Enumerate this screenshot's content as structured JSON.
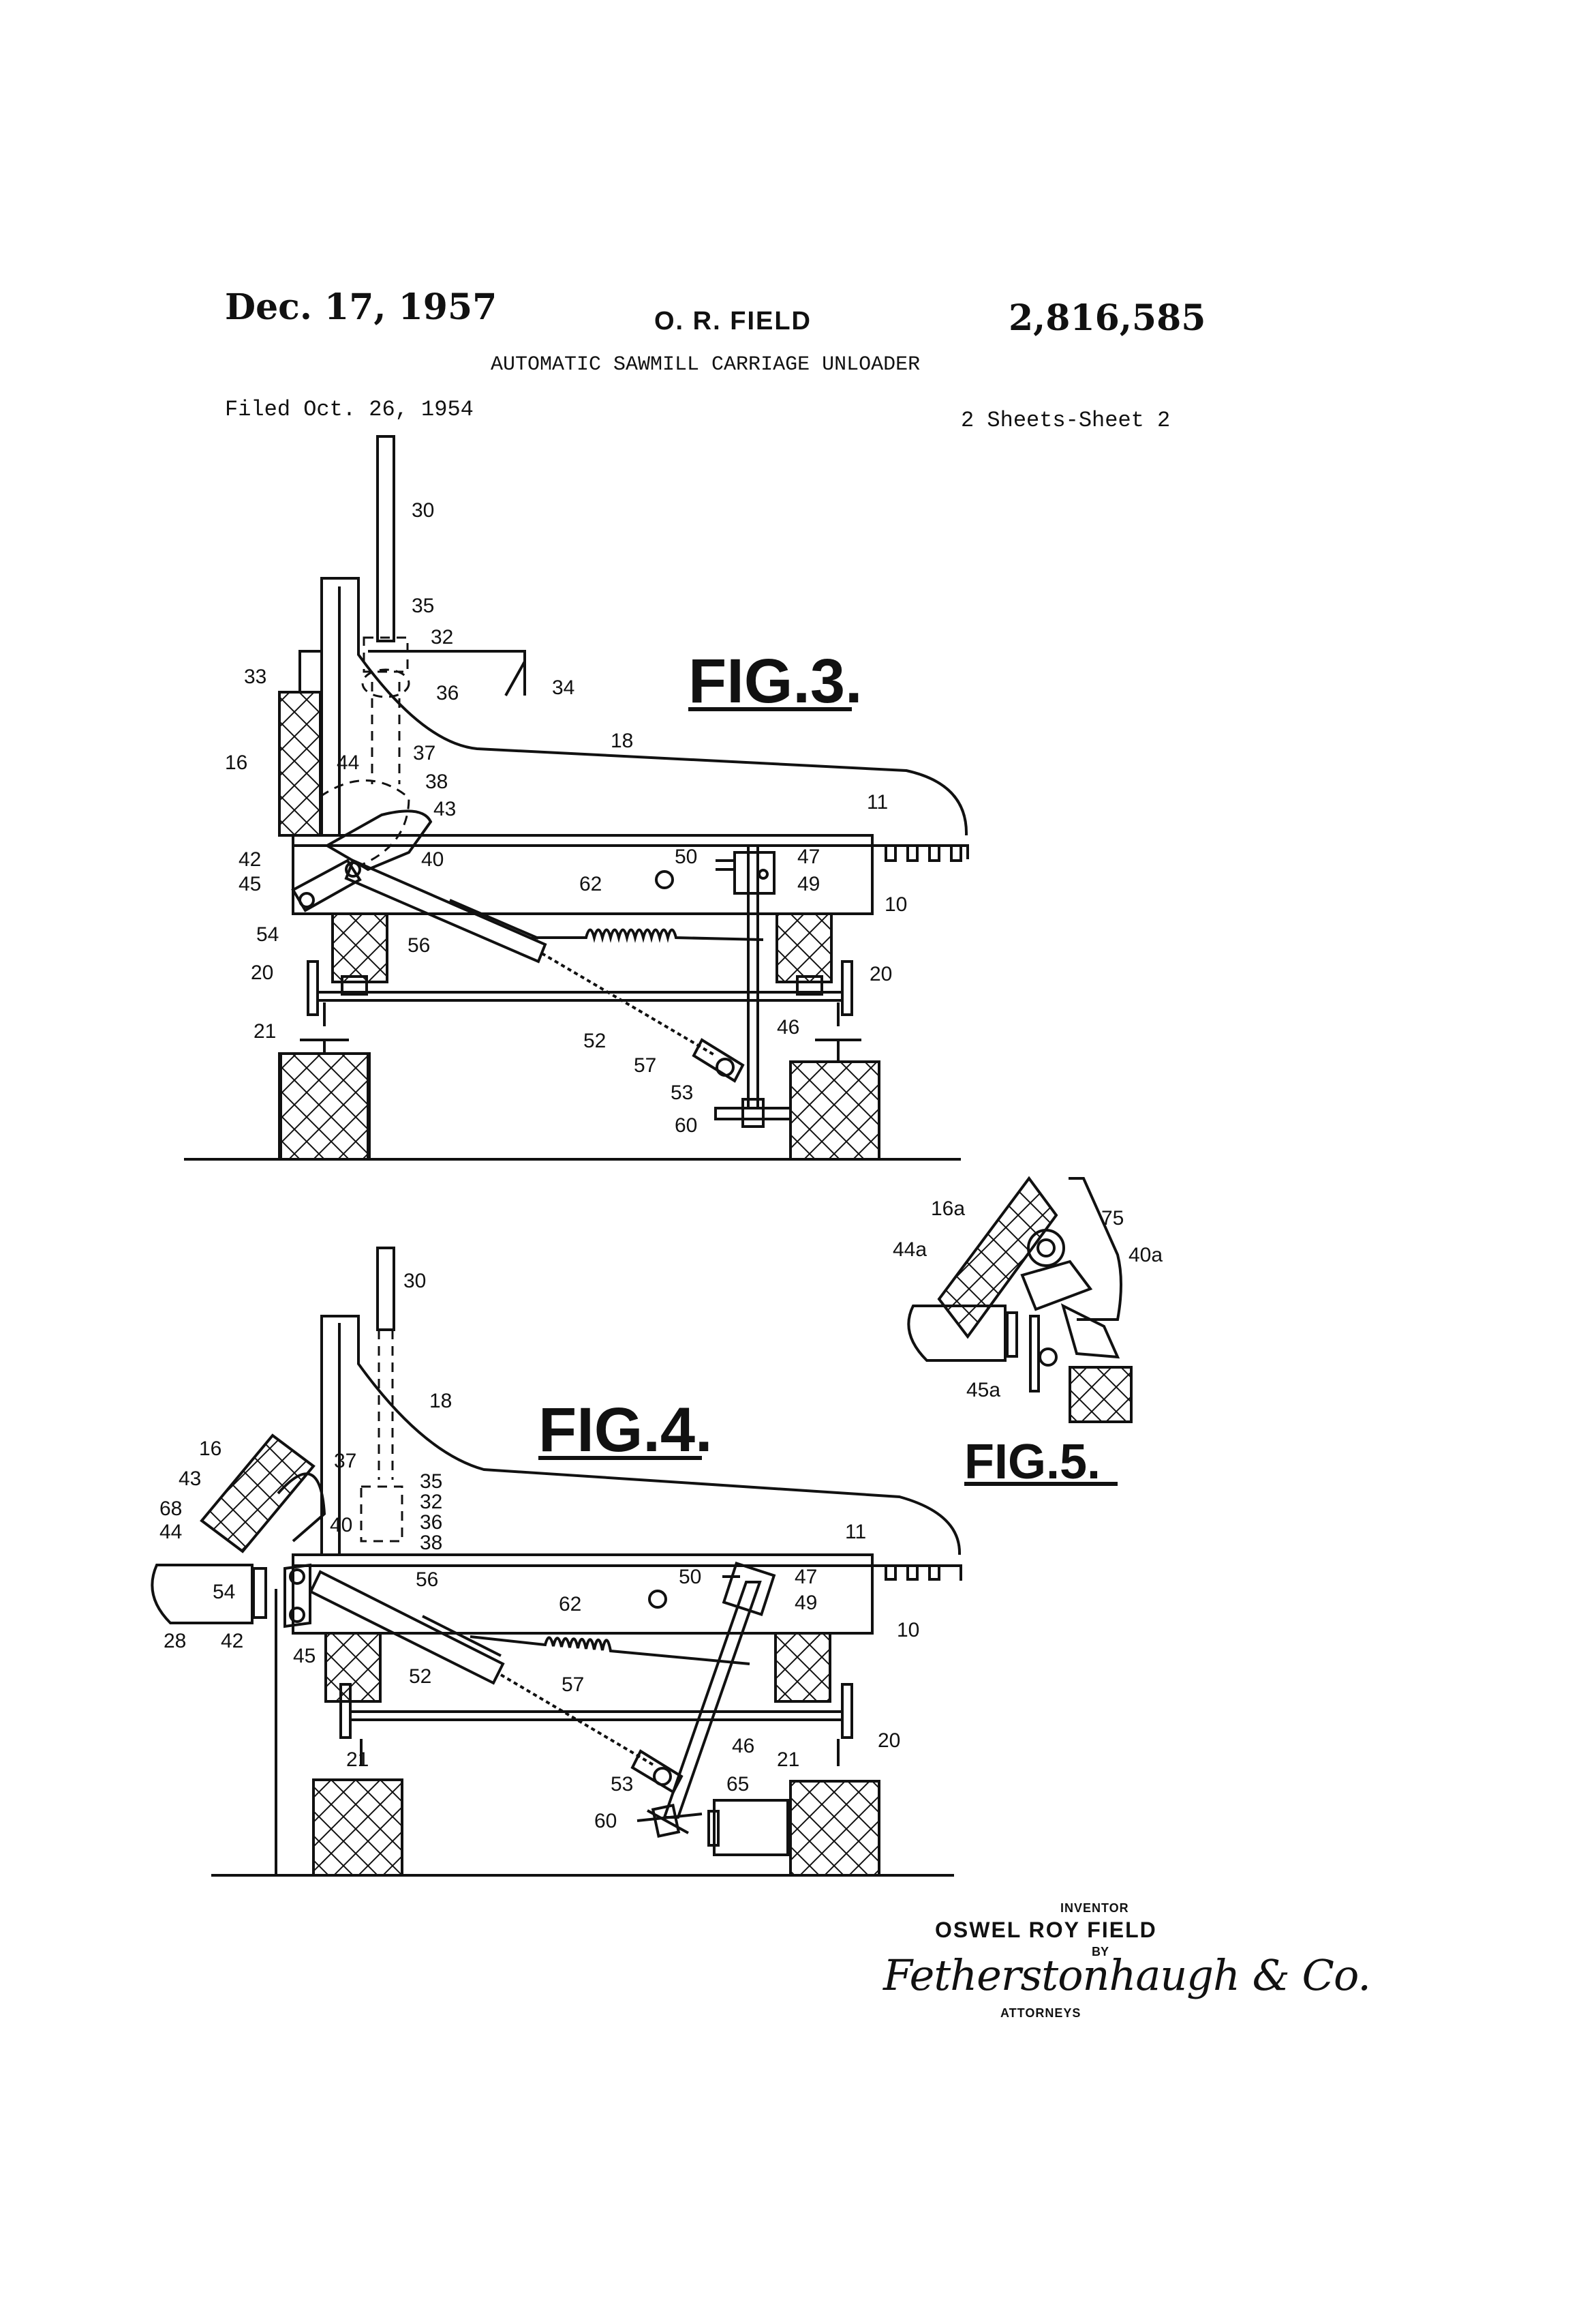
{
  "header": {
    "date": "Dec. 17, 1957",
    "inventor": "O. R. FIELD",
    "patent_number": "2,816,585",
    "title": "AUTOMATIC SAWMILL CARRIAGE UNLOADER",
    "filed": "Filed Oct. 26, 1954",
    "sheets": "2 Sheets-Sheet 2"
  },
  "figures": {
    "fig3": {
      "label": "FIG.3.",
      "refs": [
        "30",
        "35",
        "32",
        "33",
        "36",
        "34",
        "18",
        "16",
        "44",
        "37",
        "38",
        "43",
        "11",
        "42",
        "40",
        "50",
        "47",
        "45",
        "49",
        "62",
        "10",
        "54",
        "56",
        "20",
        "20",
        "21",
        "52",
        "46",
        "57",
        "53",
        "60"
      ]
    },
    "fig4": {
      "label": "FIG.4.",
      "refs": [
        "30",
        "18",
        "16",
        "43",
        "37",
        "35",
        "68",
        "32",
        "44",
        "40",
        "36",
        "38",
        "11",
        "54",
        "56",
        "50",
        "47",
        "62",
        "49",
        "28",
        "42",
        "45",
        "10",
        "52",
        "57",
        "20",
        "21",
        "21",
        "46",
        "53",
        "65",
        "60"
      ]
    },
    "fig5": {
      "label": "FIG.5.",
      "refs": [
        "16a",
        "75",
        "44a",
        "40a",
        "45a"
      ]
    }
  },
  "signature_block": {
    "inventor_caption": "INVENTOR",
    "inventor_name": "OSWEL ROY FIELD",
    "by": "BY",
    "attorney_signature": "Fetherstonhaugh & Co.",
    "attorneys_caption": "ATTORNEYS"
  }
}
